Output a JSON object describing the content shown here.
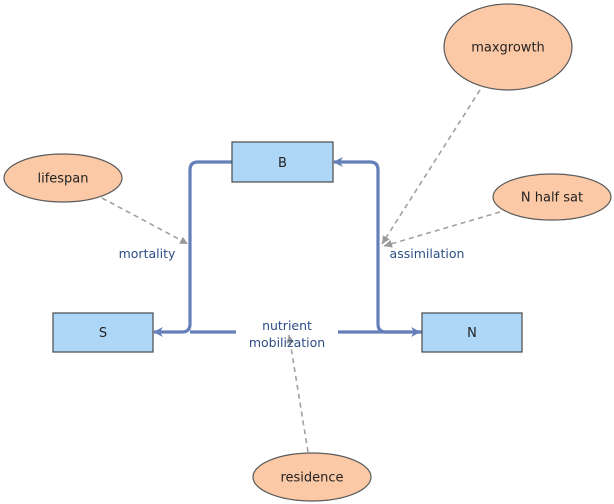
{
  "colors": {
    "stock_fill": "#aed6f7",
    "stock_stroke": "#4a4a4a",
    "flow": "#6580b8",
    "flow_label": "#2e4f86",
    "param_fill": "#fcc9a6",
    "param_stroke": "#5a5a5a",
    "link": "#a0a0a0"
  },
  "stocks": {
    "b": "B",
    "s": "S",
    "n": "N"
  },
  "flows": {
    "mortality": "mortality",
    "assimilation": "assimilation",
    "mobilization_line1": "nutrient",
    "mobilization_line2": "mobilization"
  },
  "parameters": {
    "lifespan": "lifespan",
    "maxgrowth": "maxgrowth",
    "n_half_sat": "N half sat",
    "residence": "residence"
  }
}
